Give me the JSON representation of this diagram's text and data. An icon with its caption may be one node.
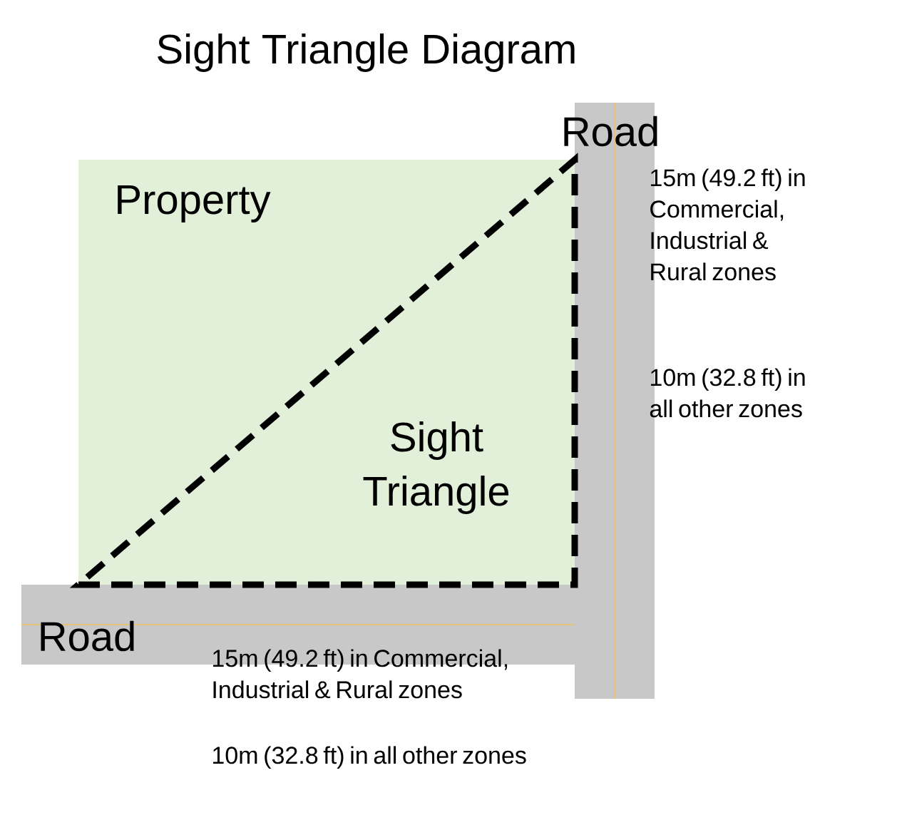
{
  "diagram": {
    "title": "Sight Triangle Diagram",
    "nodes": [
      {
        "text": [
          "Property"
        ]
      },
      {
        "text": [
          "Sight Triangle"
        ],
        "in": 0
      },
      {
        "text": [
          "Road"
        ]
      },
      {
        "text": [
          "Road"
        ]
      }
    ],
    "labels": [
      "15m (49.2 ft) in Commercial, Industrial & Rural zones",
      "10m (32.8 ft) in all other zones",
      "15m (49.2 ft) in Commercial, Industrial & Rural zones",
      "10m (32.8 ft) in all other zones"
    ]
  }
}
